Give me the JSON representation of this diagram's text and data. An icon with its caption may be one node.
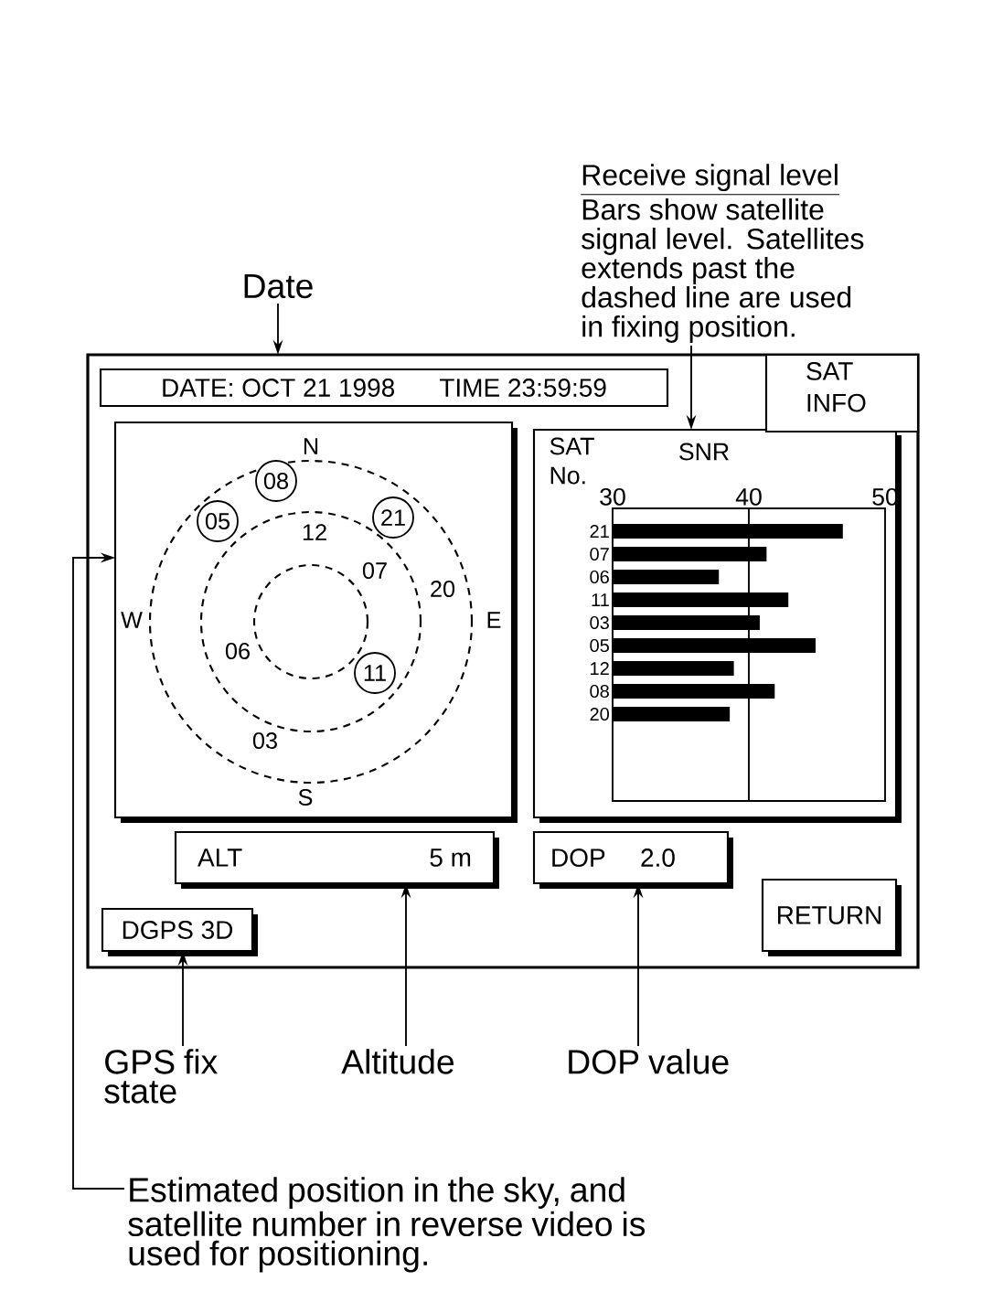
{
  "diagram": {
    "nodes": [
      {
        "text": [
          "Receive signal level",
          "Bars show satellite signal level. Satellites extends past the dashed line are used in fixing position."
        ]
      },
      {
        "text": [
          "Date"
        ]
      },
      {
        "text": [],
        "shape": "box"
      },
      {
        "text": [
          "DATE: OCT 21 1998",
          "TIME 23:59:59"
        ],
        "in": 2
      },
      {
        "text": [
          "SAT INFO"
        ],
        "in": 2
      },
      {
        "text": [],
        "shape": "box",
        "in": 2
      },
      {
        "text": [
          "08"
        ],
        "in": 5
      },
      {
        "text": [
          "05"
        ],
        "in": 5
      },
      {
        "text": [
          "21"
        ],
        "in": 5
      },
      {
        "text": [
          "11"
        ],
        "in": 5
      },
      {
        "text": [],
        "shape": "box",
        "in": 2
      },
      {
        "text": [
          "ALT",
          "5 m"
        ],
        "in": 2
      },
      {
        "text": [
          "DOP",
          "2.0"
        ],
        "in": 2
      },
      {
        "text": [
          "RETURN"
        ],
        "in": 2
      },
      {
        "text": [
          "DGPS 3D"
        ],
        "in": 2
      },
      {
        "text": [
          "GPS fix state"
        ]
      },
      {
        "text": [
          "Altitude"
        ]
      },
      {
        "text": [
          "DOP value"
        ]
      },
      {
        "text": [
          "Estimated position in the sky, and satellite number in reverse video is used for positioning."
        ]
      }
    ],
    "edges": [
      {
        "from": 1,
        "to": 2,
        "arrow": "to"
      },
      {
        "from": 0,
        "to": 10,
        "arrow": "to"
      },
      {
        "from": 15,
        "to": 14,
        "arrow": "to"
      },
      {
        "from": 16,
        "to": 11,
        "arrow": "to"
      },
      {
        "from": 17,
        "to": 12,
        "arrow": "to"
      },
      {
        "from": 18,
        "to": 5,
        "arrow": "to"
      }
    ],
    "labels": [
      "N",
      "12",
      "07",
      "20",
      "W",
      "E",
      "06",
      "03",
      "S"
    ],
    "chart_data": {
      "type": "bar",
      "orientation": "horizontal",
      "xlabel": "SNR",
      "ylabel": "SAT No.",
      "categories": [
        "21",
        "07",
        "06",
        "11",
        "03",
        "05",
        "12",
        "08",
        "20"
      ],
      "series": [
        {
          "color": "#000000",
          "values": [
            46.9,
            41.3,
            37.8,
            42.9,
            40.8,
            44.9,
            38.9,
            41.9,
            38.6
          ]
        }
      ],
      "xlim": [
        30,
        50
      ],
      "xticks": [
        30,
        40,
        50
      ]
    }
  }
}
